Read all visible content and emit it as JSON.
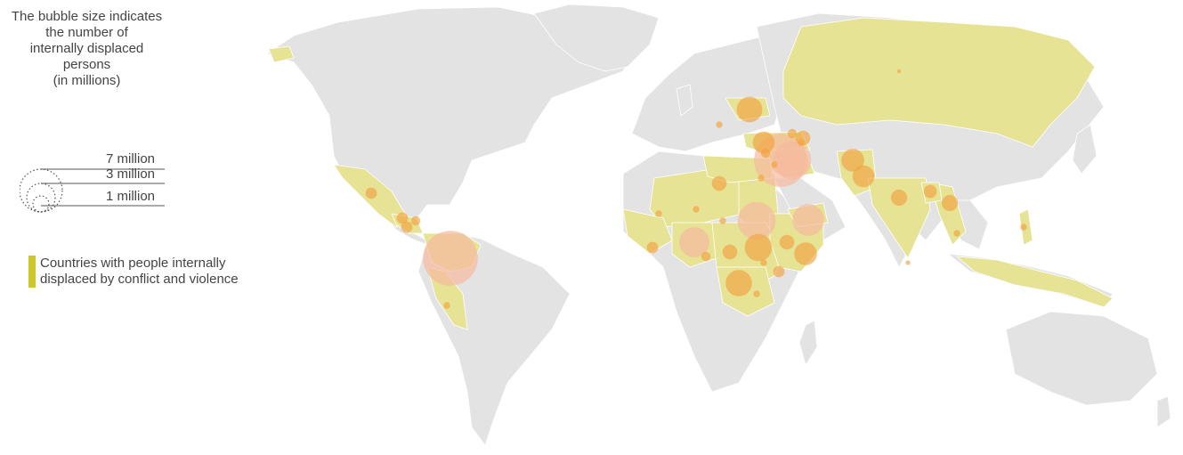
{
  "legend": {
    "size_title_lines": [
      "The bubble size indicates",
      "the number of",
      "internally displaced",
      "persons",
      "(in millions)"
    ],
    "scale": [
      {
        "label": "7 million",
        "value": 7
      },
      {
        "label": "3 million",
        "value": 3
      },
      {
        "label": "1 million",
        "value": 1
      }
    ],
    "swatch_lines": [
      "Countries with people internally",
      "displaced by conflict and violence"
    ]
  },
  "colors": {
    "land": "#e3e3e3",
    "affected": "#e6e394",
    "swatch": "#cdc82a",
    "bubble": "#f2a341",
    "bubble_large": "#f7b9a0",
    "border": "#ffffff"
  },
  "chart_data": {
    "type": "bubble-map",
    "unit": "millions of internally displaced persons",
    "bubbles": [
      {
        "country": "Syria",
        "value": 6.5
      },
      {
        "country": "Colombia",
        "value": 6.9
      },
      {
        "country": "Sudan",
        "value": 3.3
      },
      {
        "country": "Yemen",
        "value": 2.3
      },
      {
        "country": "Iraq",
        "value": 3.3
      },
      {
        "country": "Democratic Republic of the Congo",
        "value": 1.6
      },
      {
        "country": "Nigeria",
        "value": 2.1
      },
      {
        "country": "South Sudan",
        "value": 1.7
      },
      {
        "country": "Ukraine",
        "value": 1.5
      },
      {
        "country": "Turkey",
        "value": 1.1
      },
      {
        "country": "Afghanistan",
        "value": 1.2
      },
      {
        "country": "Pakistan",
        "value": 1.1
      },
      {
        "country": "Somalia",
        "value": 1.2
      },
      {
        "country": "Ethiopia",
        "value": 0.5
      },
      {
        "country": "India",
        "value": 0.6
      },
      {
        "country": "Myanmar",
        "value": 0.6
      },
      {
        "country": "Mexico",
        "value": 0.3
      },
      {
        "country": "Libya",
        "value": 0.5
      },
      {
        "country": "Central African Republic",
        "value": 0.5
      },
      {
        "country": "Mali",
        "value": 0.1
      },
      {
        "country": "Niger",
        "value": 0.1
      },
      {
        "country": "Chad",
        "value": 0.1
      },
      {
        "country": "Cameroon",
        "value": 0.2
      },
      {
        "country": "Côte d'Ivoire",
        "value": 0.3
      },
      {
        "country": "Kenya",
        "value": 0.3
      },
      {
        "country": "Uganda",
        "value": 0.1
      },
      {
        "country": "Burundi",
        "value": 0.1
      },
      {
        "country": "Guatemala",
        "value": 0.3
      },
      {
        "country": "El Salvador",
        "value": 0.3
      },
      {
        "country": "Honduras",
        "value": 0.2
      },
      {
        "country": "Peru",
        "value": 0.1
      },
      {
        "country": "Azerbaijan",
        "value": 0.5
      },
      {
        "country": "Georgia",
        "value": 0.2
      },
      {
        "country": "Cyprus",
        "value": 0.2
      },
      {
        "country": "Bangladesh",
        "value": 0.4
      },
      {
        "country": "Philippines",
        "value": 0.1
      },
      {
        "country": "Thailand",
        "value": 0.1
      },
      {
        "country": "Russia",
        "value": 0.02
      },
      {
        "country": "Bosnia and Herzegovina",
        "value": 0.1
      },
      {
        "country": "Egypt",
        "value": 0.1
      },
      {
        "country": "Armenia",
        "value": 0.1
      },
      {
        "country": "Lebanon",
        "value": 0.1
      },
      {
        "country": "Sri Lanka",
        "value": 0.05
      }
    ]
  }
}
